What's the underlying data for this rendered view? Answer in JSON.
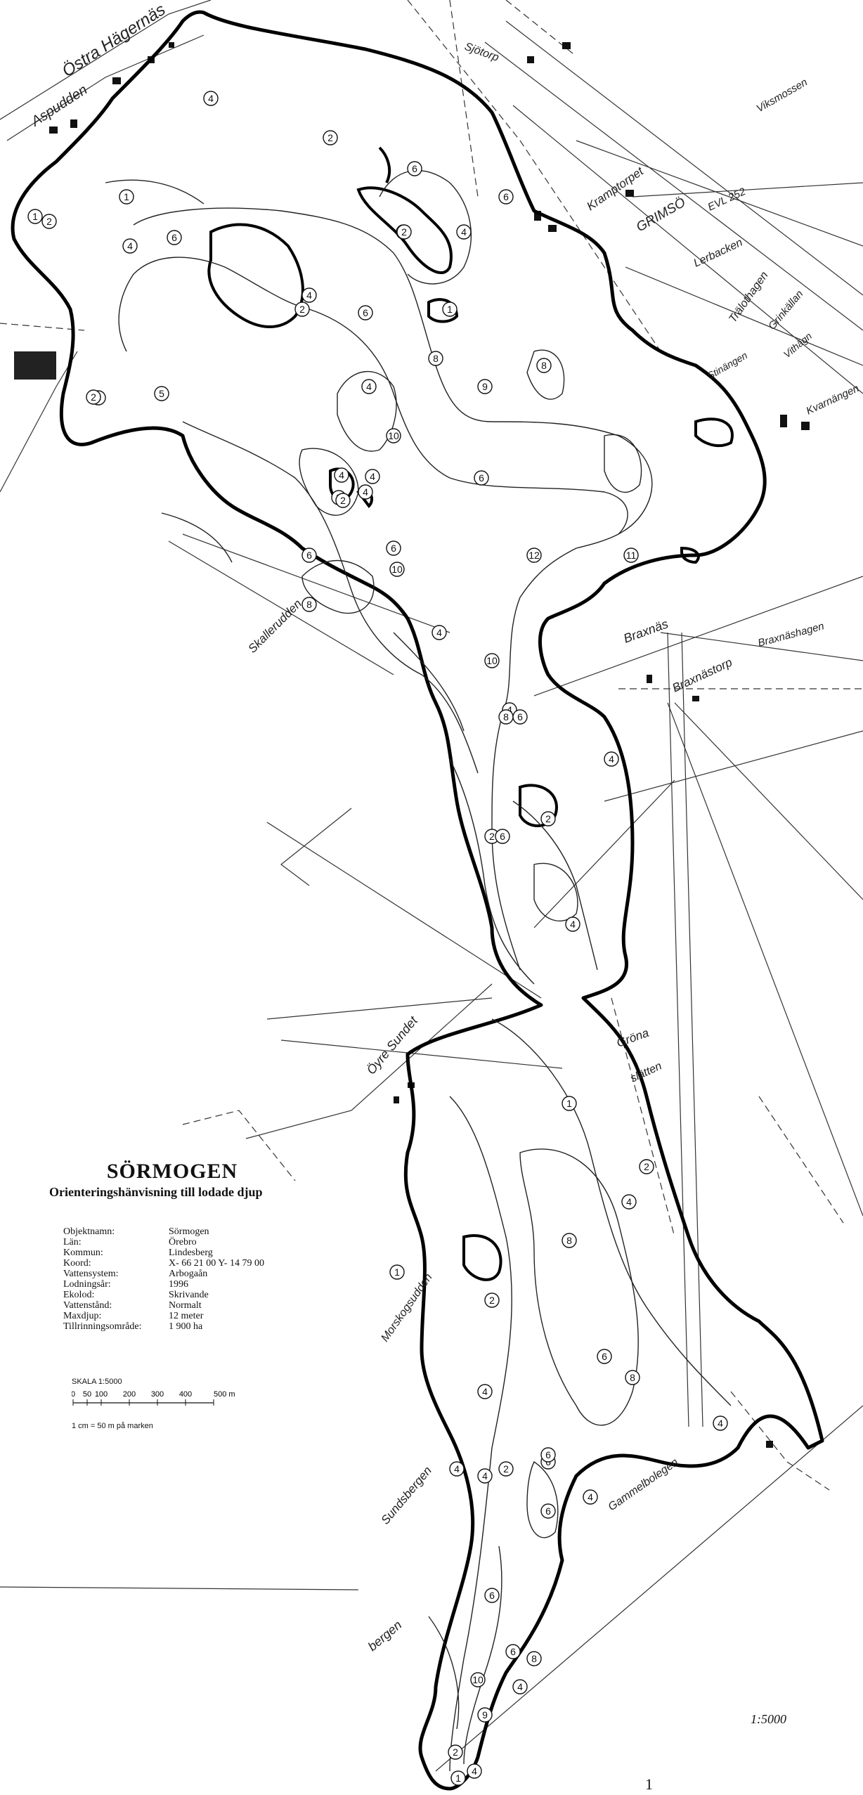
{
  "legend": {
    "title": "SÖRMOGEN",
    "subtitle": "Orienteringshänvisning till lodade djup",
    "rows": [
      {
        "key": "Objektnamn:",
        "value": "Sörmogen"
      },
      {
        "key": "Län:",
        "value": "Örebro"
      },
      {
        "key": "Kommun:",
        "value": "Lindesberg"
      },
      {
        "key": "Koord:",
        "value": "X- 66 21 00   Y- 14 79 00"
      },
      {
        "key": "Vattensystem:",
        "value": "Arbogaån"
      },
      {
        "key": "Lodningsår:",
        "value": "1996"
      },
      {
        "key": "Ekolod:",
        "value": "Skrivande"
      },
      {
        "key": "Vattenstånd:",
        "value": "Normalt"
      },
      {
        "key": "Maxdjup:",
        "value": "12 meter"
      },
      {
        "key": "Tillrinningsområde:",
        "value": "1 900 ha"
      }
    ]
  },
  "scale": {
    "title": "SKALA  1:5000",
    "ticks": [
      "0",
      "50",
      "100",
      "200",
      "300",
      "400",
      "500 m"
    ],
    "note": "1 cm = 50 m på marken"
  },
  "bottom_scale": "1:5000",
  "page_number": "1",
  "place_labels": [
    {
      "name": "Östra Hägernäs",
      "size": 24
    },
    {
      "name": "Aspudden",
      "size": 20
    },
    {
      "name": "Sjötorp",
      "size": 16
    },
    {
      "name": "Kramptorpet",
      "size": 17
    },
    {
      "name": "GRIMSÖ",
      "size": 19
    },
    {
      "name": "EVL 252",
      "size": 15
    },
    {
      "name": "Viksmossen",
      "size": 15
    },
    {
      "name": "Lerbacken",
      "size": 16
    },
    {
      "name": "Trälothagen",
      "size": 16
    },
    {
      "name": "Grinkällan",
      "size": 15
    },
    {
      "name": "Vithägn",
      "size": 14
    },
    {
      "name": "Stinängen",
      "size": 14
    },
    {
      "name": "Kvarnängen",
      "size": 15
    },
    {
      "name": "Skallerudden",
      "size": 17
    },
    {
      "name": "Braxnäs",
      "size": 18
    },
    {
      "name": "Braxnästorp",
      "size": 17
    },
    {
      "name": "Braxnäshagen",
      "size": 15
    },
    {
      "name": "Öyre Sundet",
      "size": 18
    },
    {
      "name": "Gröna",
      "size": 17
    },
    {
      "name": "slätten",
      "size": 16
    },
    {
      "name": "Morskogsudden",
      "size": 16
    },
    {
      "name": "Sundsbergen",
      "size": 17
    },
    {
      "name": "Gammelbolegen",
      "size": 16
    },
    {
      "name": "bergen",
      "size": 18
    }
  ],
  "depth_markers": [
    "1",
    "2",
    "4",
    "2",
    "1",
    "4",
    "2",
    "4",
    "6",
    "2",
    "4",
    "6",
    "5",
    "4",
    "2",
    "4",
    "6",
    "2",
    "1",
    "6",
    "8",
    "12",
    "8",
    "10",
    "4",
    "2",
    "4",
    "6",
    "10",
    "2",
    "4",
    "6",
    "8",
    "9",
    "6",
    "10",
    "11",
    "4",
    "8",
    "6",
    "2",
    "4",
    "6",
    "2",
    "4",
    "4",
    "1",
    "2",
    "4",
    "8",
    "6",
    "8",
    "4",
    "4",
    "6",
    "2",
    "4",
    "6",
    "2",
    "4",
    "6",
    "8",
    "10",
    "9",
    "6",
    "4",
    "2",
    "1",
    "4",
    "1",
    "4",
    "6"
  ]
}
